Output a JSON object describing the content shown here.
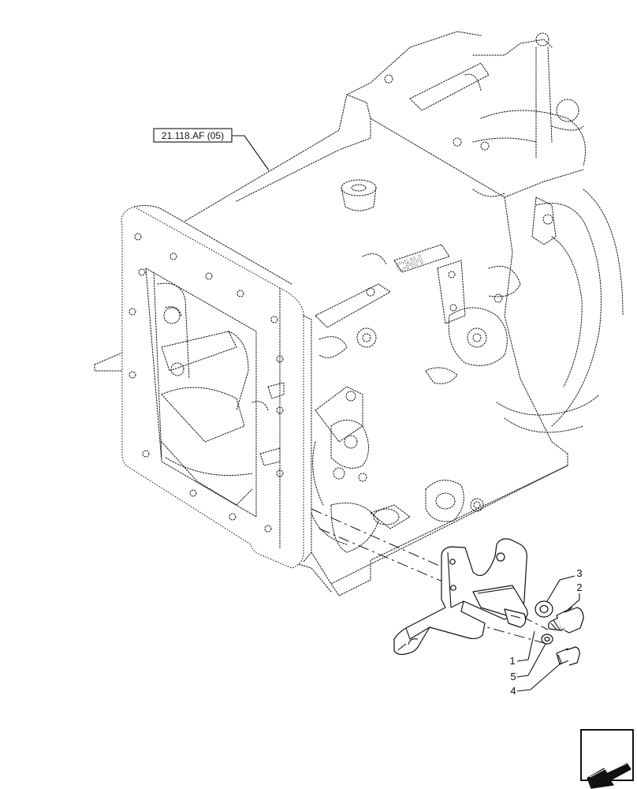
{
  "reference_label": "21.118.AF (05)",
  "callouts": [
    "1",
    "2",
    "3",
    "4",
    "5"
  ],
  "icons": {
    "navigation": "arrow-icon"
  }
}
